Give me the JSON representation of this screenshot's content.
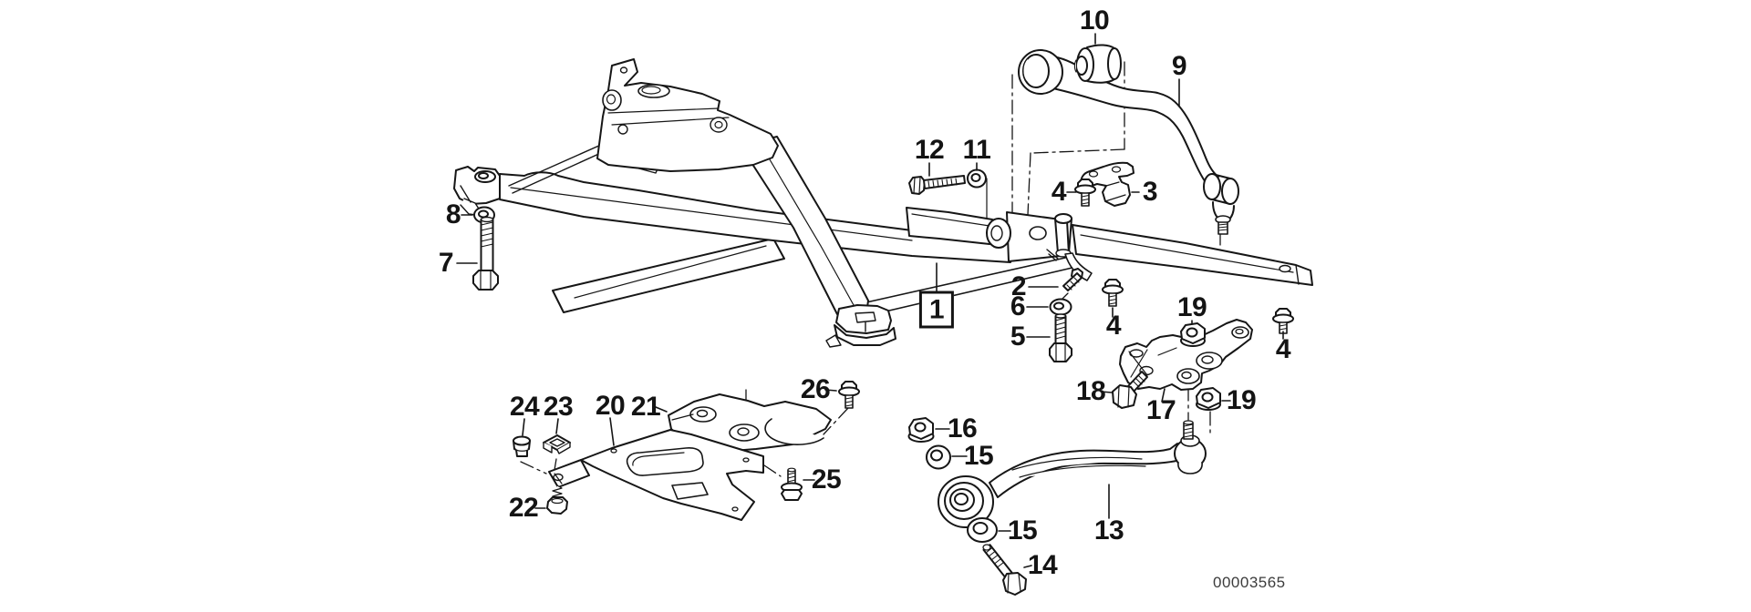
{
  "document": {
    "type": "exploded-parts-diagram",
    "subject": "front axle support, wishbones and cover plates",
    "background_color": "#ffffff",
    "line_color": "#161616",
    "doc_number": "00003565",
    "callouts": [
      {
        "id": "pos-10",
        "label": "10",
        "boxed": false
      },
      {
        "id": "pos-9",
        "label": "9",
        "boxed": false
      },
      {
        "id": "pos-12",
        "label": "12",
        "boxed": false
      },
      {
        "id": "pos-11",
        "label": "11",
        "boxed": false
      },
      {
        "id": "pos-8",
        "label": "8",
        "boxed": false
      },
      {
        "id": "pos-7",
        "label": "7",
        "boxed": false
      },
      {
        "id": "pos-4-a",
        "label": "4",
        "boxed": false
      },
      {
        "id": "pos-3",
        "label": "3",
        "boxed": false
      },
      {
        "id": "pos-1",
        "label": "1",
        "boxed": true
      },
      {
        "id": "pos-2",
        "label": "2",
        "boxed": false
      },
      {
        "id": "pos-6",
        "label": "6",
        "boxed": false
      },
      {
        "id": "pos-5",
        "label": "5",
        "boxed": false
      },
      {
        "id": "pos-4-b",
        "label": "4",
        "boxed": false
      },
      {
        "id": "pos-19-a",
        "label": "19",
        "boxed": false
      },
      {
        "id": "pos-18",
        "label": "18",
        "boxed": false
      },
      {
        "id": "pos-17",
        "label": "17",
        "boxed": false
      },
      {
        "id": "pos-19-b",
        "label": "19",
        "boxed": false
      },
      {
        "id": "pos-4-c",
        "label": "4",
        "boxed": false
      },
      {
        "id": "pos-16",
        "label": "16",
        "boxed": false
      },
      {
        "id": "pos-15-a",
        "label": "15",
        "boxed": false
      },
      {
        "id": "pos-15-b",
        "label": "15",
        "boxed": false
      },
      {
        "id": "pos-14",
        "label": "14",
        "boxed": false
      },
      {
        "id": "pos-13",
        "label": "13",
        "boxed": false
      },
      {
        "id": "pos-24",
        "label": "24",
        "boxed": false
      },
      {
        "id": "pos-23",
        "label": "23",
        "boxed": false
      },
      {
        "id": "pos-20",
        "label": "20",
        "boxed": false
      },
      {
        "id": "pos-21",
        "label": "21",
        "boxed": false
      },
      {
        "id": "pos-26",
        "label": "26",
        "boxed": false
      },
      {
        "id": "pos-25",
        "label": "25",
        "boxed": false
      },
      {
        "id": "pos-22",
        "label": "22",
        "boxed": false
      }
    ]
  }
}
